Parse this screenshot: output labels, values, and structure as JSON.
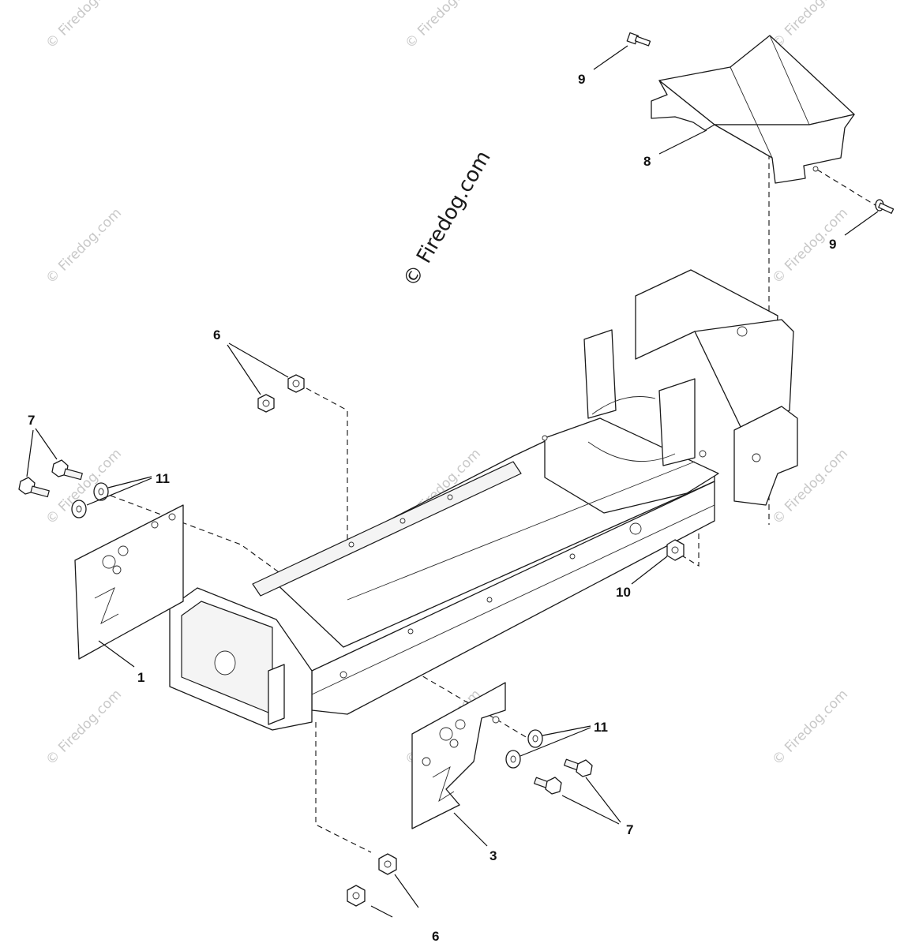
{
  "watermark": {
    "main": "© Firedog.com",
    "tile": "© Firedog.com"
  },
  "callouts": {
    "c1": "1",
    "c3": "3",
    "c6_top": "6",
    "c6_bottom": "6",
    "c7_left": "7",
    "c7_right": "7",
    "c8": "8",
    "c9_top": "9",
    "c9_right": "9",
    "c10": "10",
    "c11_left": "11",
    "c11_right": "11"
  },
  "colors": {
    "line": "#1a1a1a",
    "watermark": "#c8c8c8",
    "background": "#ffffff"
  }
}
